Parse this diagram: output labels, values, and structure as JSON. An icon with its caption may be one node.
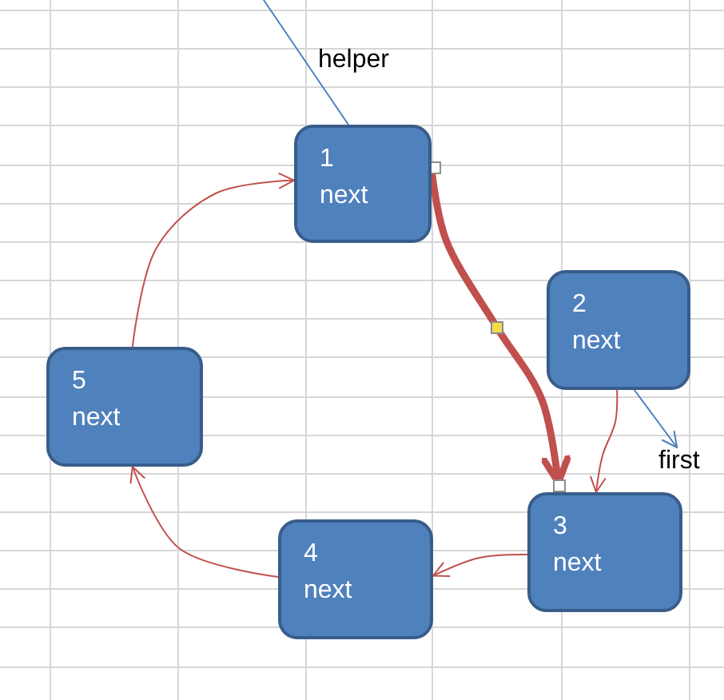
{
  "diagram": {
    "nodes": [
      {
        "text": [
          "1",
          "next"
        ]
      },
      {
        "text": [
          "2",
          "next"
        ]
      },
      {
        "text": [
          "3",
          "next"
        ]
      },
      {
        "text": [
          "4",
          "next"
        ]
      },
      {
        "text": [
          "5",
          "next"
        ]
      },
      {
        "text": [
          "first"
        ]
      }
    ],
    "edges": [
      {
        "from": null,
        "to": 0,
        "arrow": "none",
        "label": "helper",
        "color": "#4f81bd"
      },
      {
        "from": 0,
        "to": 2,
        "arrow": "to",
        "style": "thick"
      },
      {
        "from": 1,
        "to": 2,
        "arrow": "to"
      },
      {
        "from": 2,
        "to": 3,
        "arrow": "to"
      },
      {
        "from": 3,
        "to": 4,
        "arrow": "to"
      },
      {
        "from": 4,
        "to": 0,
        "arrow": "to"
      },
      {
        "from": 1,
        "to": 5,
        "arrow": "to",
        "color": "#4f81bd"
      }
    ]
  }
}
